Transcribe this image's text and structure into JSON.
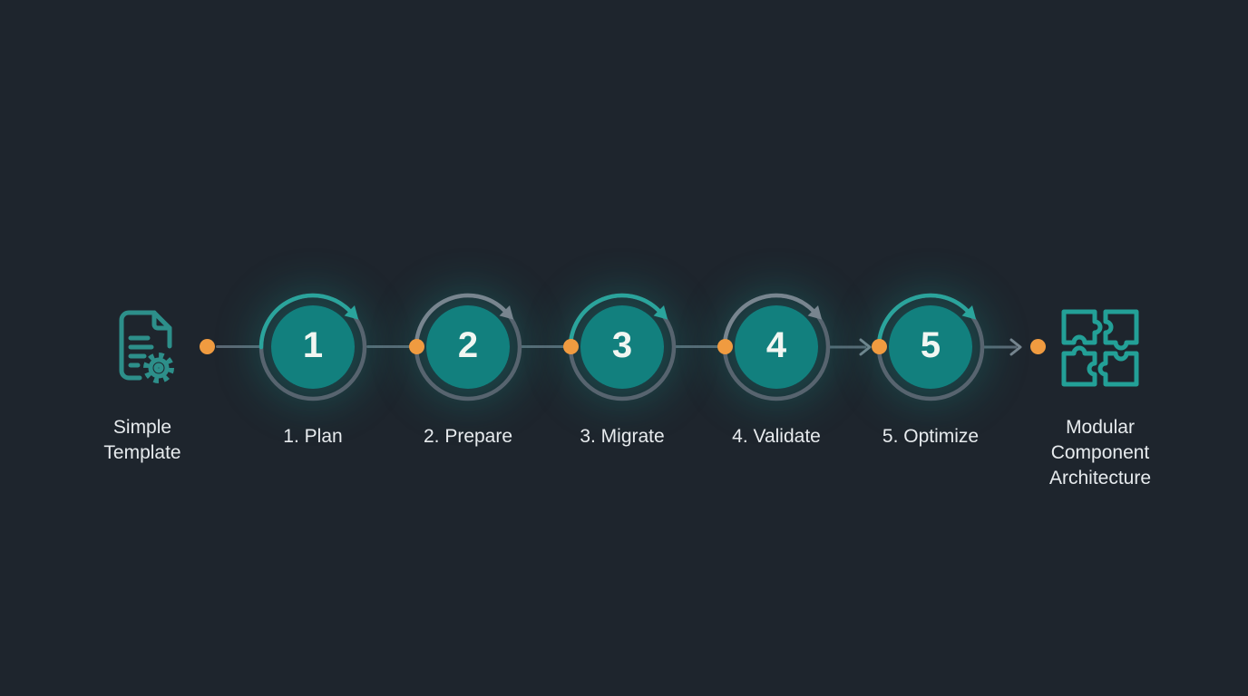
{
  "colors": {
    "bg": "#1e252d",
    "circle-fill": "#12807e",
    "ring": "#57646f",
    "arrow-teal": "#2aa49c",
    "arrow-gray": "#78858f",
    "line": "#5b6874",
    "dot": "#f09b40",
    "label": "#e7ebee",
    "number": "#f1f6f2",
    "icon-doc": "#2d8f8a",
    "icon-puzzle": "#23a097",
    "glow": "rgba(23,158,150,0.30)"
  },
  "endpoints": {
    "left": {
      "icon": "document-gear-icon",
      "label_lines": [
        "Simple",
        "Template"
      ]
    },
    "right": {
      "icon": "puzzle-pieces-icon",
      "label_lines": [
        "Modular",
        "Component",
        "Architecture"
      ]
    }
  },
  "steps": [
    {
      "number": "1",
      "label": "1. Plan",
      "arrow": "teal"
    },
    {
      "number": "2",
      "label": "2. Prepare",
      "arrow": "gray"
    },
    {
      "number": "3",
      "label": "3. Migrate",
      "arrow": "teal"
    },
    {
      "number": "4",
      "label": "4. Validate",
      "arrow": "gray"
    },
    {
      "number": "5",
      "label": "5. Optimize",
      "arrow": "teal"
    }
  ],
  "connectors": {
    "types": [
      "dot-line",
      "line-dot",
      "line-dot",
      "line-dot",
      "line-arrow-dot",
      "line-arrow-dot"
    ]
  }
}
